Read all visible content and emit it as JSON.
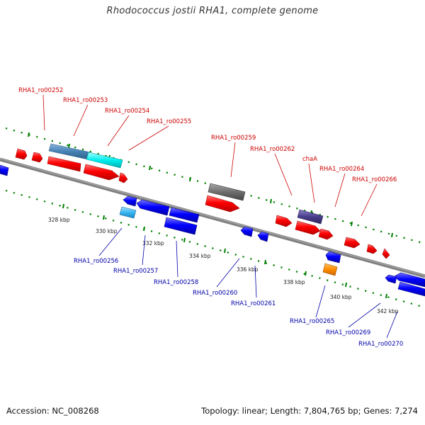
{
  "title": "Rhodococcus jostii RHA1, complete genome",
  "footer": {
    "accession": "Accession: NC_008268",
    "summary": "Topology: linear; Length: 7,804,765 bp; Genes: 7,274"
  },
  "colors": {
    "forward_gene": "#ff0000",
    "reverse_gene": "#0000ff",
    "forward_label": "#cc0000",
    "reverse_label": "#0000aa",
    "backbone": "#808080",
    "tick": "#008000"
  },
  "scale_ticks": [
    "328 kbp",
    "330 kbp",
    "332 kbp",
    "334 kbp",
    "336 kbp",
    "338 kbp",
    "340 kbp",
    "342 kbp"
  ],
  "forward_labels": [
    "RHA1_ro00252",
    "RHA1_ro00253",
    "RHA1_ro00254",
    "RHA1_ro00255",
    "RHA1_ro00259",
    "RHA1_ro00262",
    "chaA",
    "RHA1_ro00264",
    "RHA1_ro00266"
  ],
  "reverse_labels": [
    "RHA1_ro00256",
    "RHA1_ro00257",
    "RHA1_ro00258",
    "RHA1_ro00260",
    "RHA1_ro00261",
    "RHA1_ro00265",
    "RHA1_ro00269",
    "RHA1_ro00270"
  ]
}
